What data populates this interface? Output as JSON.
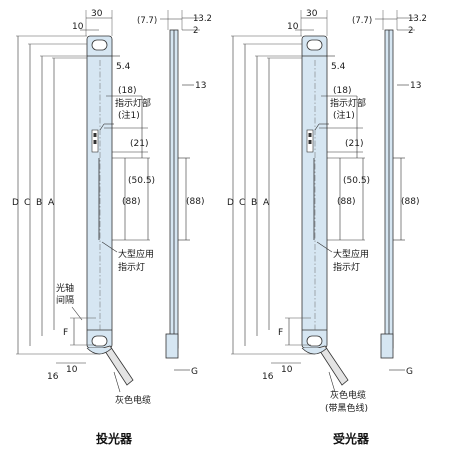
{
  "emitter": {
    "title": "投光器",
    "dims": {
      "w30": "30",
      "w10": "10",
      "d54": "5.4",
      "d18": "(18)",
      "d21": "(21)",
      "d505": "(50.5)",
      "d88": "(88)",
      "D": "D",
      "C": "C",
      "B": "B",
      "A": "A",
      "F": "F",
      "b16": "16",
      "b10": "10"
    },
    "labels": {
      "indicator1": "指示灯部",
      "indicator2": "(注1)",
      "large1": "大型应用",
      "large2": "指示灯",
      "pitch1": "光轴",
      "pitch2": "间隔",
      "cable1": "灰色电缆"
    },
    "side": {
      "d77": "(7.7)",
      "d132": "13.2",
      "d2": "2",
      "d13": "13",
      "d88": "(88)",
      "G": "G"
    }
  },
  "receiver": {
    "title": "受光器",
    "dims": {
      "w30": "30",
      "w10": "10",
      "d54": "5.4",
      "d18": "(18)",
      "d21": "(21)",
      "d505": "(50.5)",
      "d88": "(88)",
      "D": "D",
      "C": "C",
      "B": "B",
      "A": "A",
      "F": "F",
      "b16": "16",
      "b10": "10"
    },
    "labels": {
      "indicator1": "指示灯部",
      "indicator2": "(注1)",
      "large1": "大型应用",
      "large2": "指示灯",
      "cable1": "灰色电缆",
      "cable2": "(带黑色线)"
    },
    "side": {
      "d77": "(7.7)",
      "d132": "13.2",
      "d2": "2",
      "d13": "13",
      "d88": "(88)",
      "G": "G"
    }
  }
}
